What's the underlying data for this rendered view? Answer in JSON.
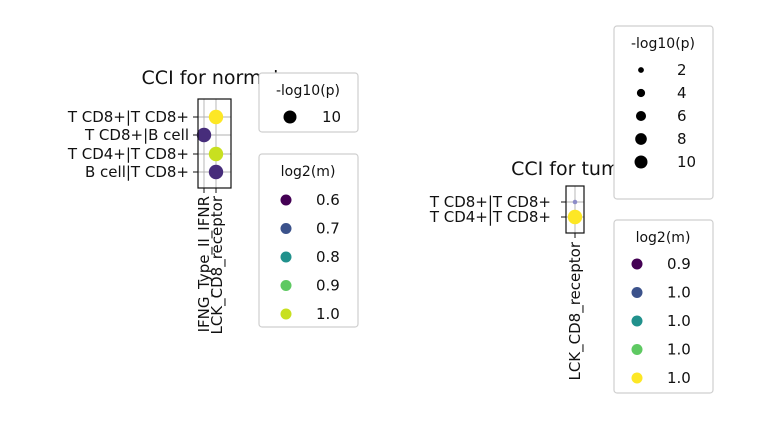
{
  "chart_data": [
    {
      "type": "scatter",
      "title": "CCI for normal",
      "x_categories": [
        "IFNG_Type_II_IFNR",
        "LCK_CD8_receptor"
      ],
      "y_categories": [
        "T CD8+|T CD8+",
        "T CD8+|B cell",
        "T CD4+|T CD8+",
        "B cell|T CD8+"
      ],
      "points": [
        {
          "x": "LCK_CD8_receptor",
          "y": "T CD8+|T CD8+",
          "neg_log10_p": 10,
          "log2_m": 1.0,
          "color": "#fde725"
        },
        {
          "x": "IFNG_Type_II_IFNR",
          "y": "T CD8+|B cell",
          "neg_log10_p": 10,
          "log2_m": 0.6,
          "color": "#472d7b"
        },
        {
          "x": "LCK_CD8_receptor",
          "y": "T CD4+|T CD8+",
          "neg_log10_p": 10,
          "log2_m": 1.0,
          "color": "#c8e020"
        },
        {
          "x": "LCK_CD8_receptor",
          "y": "B cell|T CD8+",
          "neg_log10_p": 10,
          "log2_m": 0.6,
          "color": "#472d7b"
        }
      ],
      "size_legend": {
        "title": "-log10(p)",
        "entries": [
          {
            "label": "10",
            "value": 10
          }
        ]
      },
      "color_legend": {
        "title": "log2(m)",
        "entries": [
          {
            "label": "0.6",
            "color": "#440154"
          },
          {
            "label": "0.7",
            "color": "#3b528b"
          },
          {
            "label": "0.8",
            "color": "#21918c"
          },
          {
            "label": "0.9",
            "color": "#5ec962"
          },
          {
            "label": "1.0",
            "color": "#c8e020"
          }
        ]
      },
      "grid": true
    },
    {
      "type": "scatter",
      "title": "CCI for tumor",
      "x_categories": [
        "LCK_CD8_receptor"
      ],
      "y_categories": [
        "T CD8+|T CD8+",
        "T CD4+|T CD8+"
      ],
      "points": [
        {
          "x": "LCK_CD8_receptor",
          "y": "T CD8+|T CD8+",
          "neg_log10_p": 1,
          "log2_m": 0.9,
          "color": "#8c8cc8"
        },
        {
          "x": "LCK_CD8_receptor",
          "y": "T CD4+|T CD8+",
          "neg_log10_p": 10,
          "log2_m": 1.0,
          "color": "#fde725"
        }
      ],
      "size_legend": {
        "title": "-log10(p)",
        "entries": [
          {
            "label": "2",
            "value": 2
          },
          {
            "label": "4",
            "value": 4
          },
          {
            "label": "6",
            "value": 6
          },
          {
            "label": "8",
            "value": 8
          },
          {
            "label": "10",
            "value": 10
          }
        ]
      },
      "color_legend": {
        "title": "log2(m)",
        "entries": [
          {
            "label": "0.9",
            "color": "#440154"
          },
          {
            "label": "1.0",
            "color": "#3b528b"
          },
          {
            "label": "1.0",
            "color": "#21918c"
          },
          {
            "label": "1.0",
            "color": "#5ec962"
          },
          {
            "label": "1.0",
            "color": "#fde725"
          }
        ]
      },
      "grid": true
    }
  ]
}
